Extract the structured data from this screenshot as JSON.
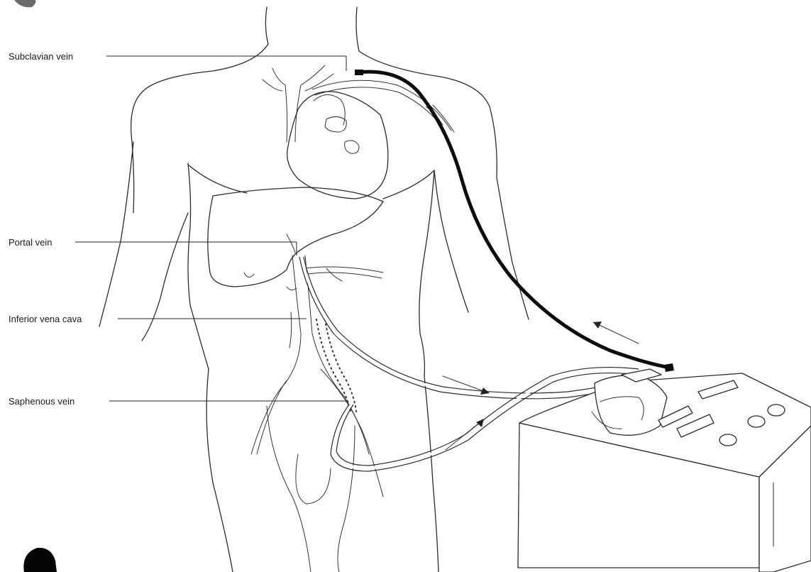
{
  "labels": {
    "subclavian_vein": "Subclavian vein",
    "portal_vein": "Portal vein",
    "inferior_vena_cava": "Inferior vena cava",
    "saphenous_vein": "Saphenous vein"
  },
  "colors": {
    "ink": "#2a2a2a",
    "background": "#ffffff",
    "return_line": "#0d0d0d"
  }
}
